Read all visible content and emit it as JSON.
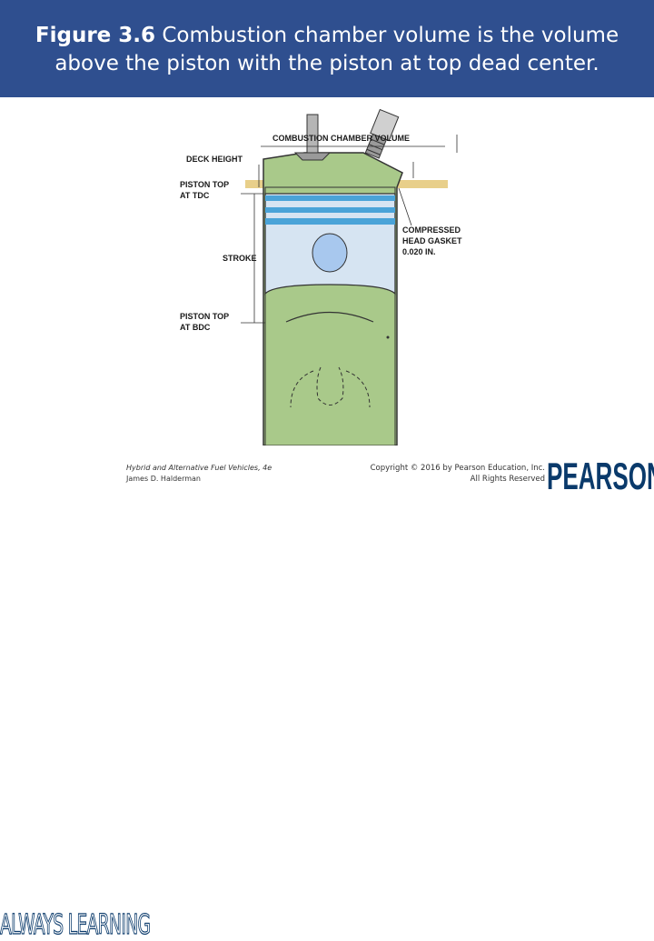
{
  "title": {
    "figure_label": "Figure 3.6",
    "caption": " Combustion chamber volume is the volume above the piston with the piston at top dead center."
  },
  "diagram": {
    "labels": {
      "combustion_chamber_volume": "COMBUSTION CHAMBER VOLUME",
      "deck_height": "DECK HEIGHT",
      "piston_top_tdc_1": "PISTON TOP",
      "piston_top_tdc_2": "AT TDC",
      "compressed_1": "COMPRESSED",
      "compressed_2": "HEAD GASKET",
      "compressed_3": "0.020 IN.",
      "stroke": "STROKE",
      "piston_top_bdc_1": "PISTON TOP",
      "piston_top_bdc_2": "AT BDC"
    },
    "colors": {
      "engine_block": "#a9c98a",
      "piston": "#d6e4f2",
      "rings": "#4aa3d8",
      "gasket": "#e8cf8a",
      "wrist_pin": "#a8c8ee"
    }
  },
  "footer": {
    "always_learning": "ALWAYS LEARNING",
    "book_title": "Hybrid and Alternative Fuel Vehicles, 4e",
    "author": "James D. Halderman",
    "copyright_1": "Copyright © 2016 by Pearson Education, Inc.",
    "copyright_2": "All Rights Reserved",
    "publisher": "PEARSON"
  }
}
